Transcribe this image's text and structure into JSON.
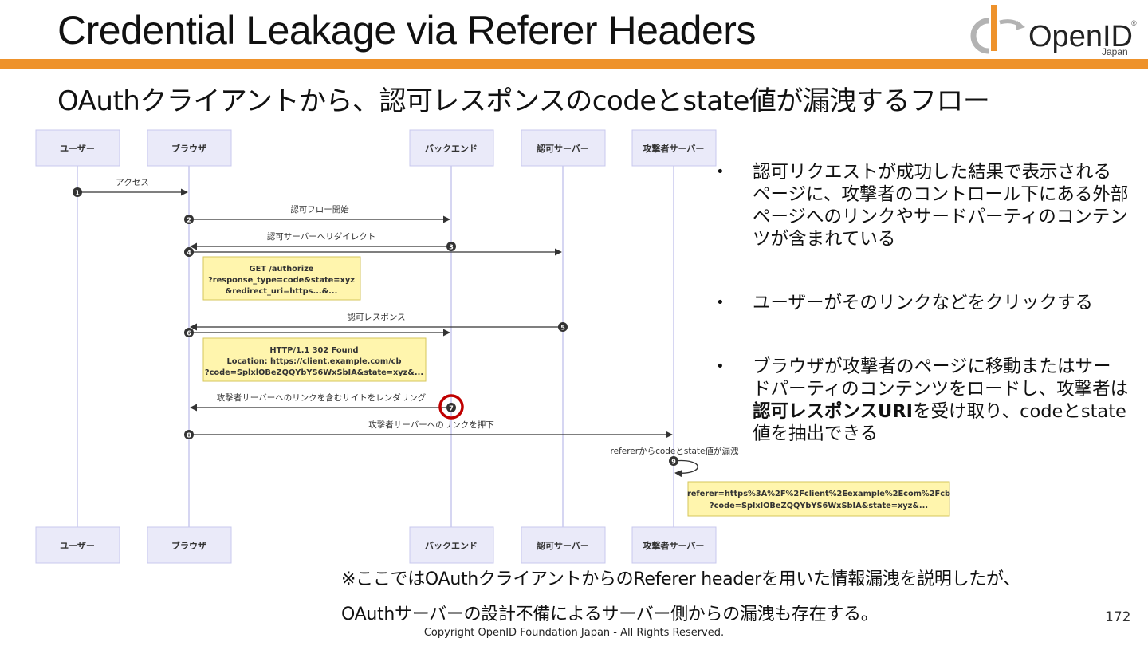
{
  "slide": {
    "title": "Credential Leakage via Referer Headers",
    "subtitle": "OAuthクライアントから、認可レスポンスのcodeとstate値が漏洩するフロー",
    "page_number": "172",
    "copyright": "Copyright OpenID Foundation Japan - All Rights Reserved.",
    "logo": {
      "text": "OpenID",
      "sub": "Japan",
      "mark": "®",
      "brand_color": "#ee922b"
    },
    "accent_color": "#ee922b"
  },
  "diagram": {
    "actors": [
      "ユーザー",
      "ブラウザ",
      "バックエンド",
      "認可サーバー",
      "攻撃者サーバー"
    ],
    "messages": [
      {
        "num": "1",
        "label": "アクセス"
      },
      {
        "num": "2",
        "label": "認可フロー開始"
      },
      {
        "num": "3",
        "label": "認可サーバーへリダイレクト"
      },
      {
        "num": "4",
        "label": ""
      },
      {
        "num": "5",
        "label": "認可レスポンス"
      },
      {
        "num": "6",
        "label": ""
      },
      {
        "num": "7",
        "label": "攻撃者サーバーへのリンクを含むサイトをレンダリング"
      },
      {
        "num": "8",
        "label": "攻撃者サーバーへのリンクを押下"
      },
      {
        "num": "9",
        "label": "refererからcodeとstate値が漏洩"
      }
    ],
    "notes": [
      {
        "lines": [
          "GET /authorize",
          "?response_type=code&state=xyz",
          "&redirect_uri=https...&..."
        ]
      },
      {
        "lines": [
          "HTTP/1.1 302 Found",
          "Location: https://client.example.com/cb",
          "?code=SplxlOBeZQQYbYS6WxSbIA&state=xyz&..."
        ]
      },
      {
        "lines": [
          "referer=https%3A%2F%2Fclient%2Eexample%2Ecom%2Fcb",
          "?code=SplxlOBeZQQYbYS6WxSbIA&state=xyz&..."
        ]
      }
    ],
    "colors": {
      "actor_fill": "#eaeaf9",
      "actor_stroke": "#c8c8ee",
      "note_fill": "#fff5ad",
      "note_stroke": "#d6c65b",
      "highlight": "#c00000"
    }
  },
  "bullets": {
    "b1": "認可リクエストが成功した結果で表示されるページに、攻撃者のコントロール下にある外部ページへのリンクやサードパーティのコンテンツが含まれている",
    "b2": "ユーザーがそのリンクなどをクリックする",
    "b3_pre": "ブラウザが攻撃者のページに移動またはサードパーティのコンテンツをロードし、攻撃者は",
    "b3_bold": "認可レスポンスURI",
    "b3_post": "を受け取り、codeとstate値を抽出できる"
  },
  "footnote": {
    "line1": "※ここではOAuthクライアントからのReferer headerを用いた情報漏洩を説明したが、",
    "line2": "OAuthサーバーの設計不備によるサーバー側からの漏洩も存在する。"
  }
}
